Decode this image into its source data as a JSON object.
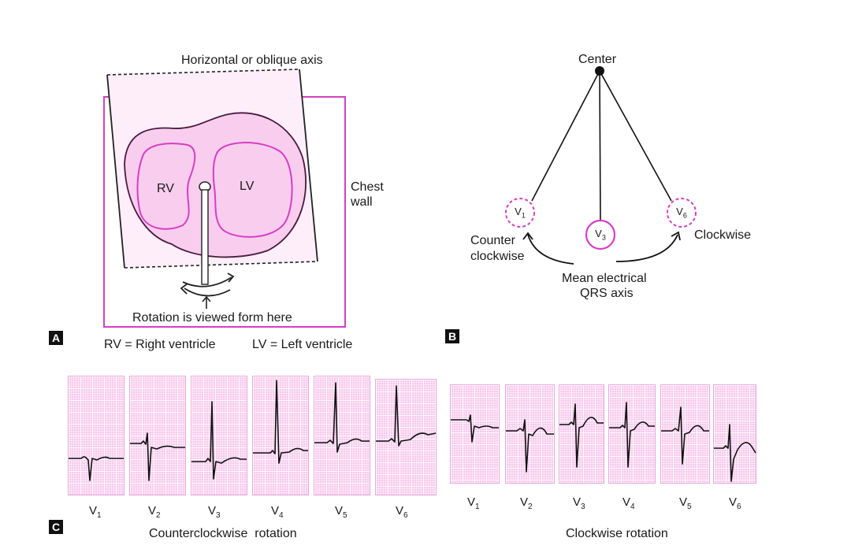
{
  "panel_a": {
    "badge": "A",
    "axis_label": "Horizontal or oblique axis",
    "rv": "RV",
    "lv": "LV",
    "chest_wall": [
      "Chest",
      "wall"
    ],
    "view_note": "Rotation is viewed form here",
    "legend_rv": "RV = Right ventricle",
    "legend_lv": "LV = Left ventricle"
  },
  "panel_b": {
    "badge": "B",
    "center": "Center",
    "v1": {
      "main": "V",
      "sub": "1"
    },
    "v3": {
      "main": "V",
      "sub": "3"
    },
    "v6": {
      "main": "V",
      "sub": "6"
    },
    "counter": [
      "Counter",
      "clockwise"
    ],
    "clockwise": "Clockwise",
    "mean_axis": [
      "Mean electrical",
      "QRS axis"
    ]
  },
  "panel_c": {
    "badge": "C",
    "ccw_title": "Counterclockwise  rotation",
    "cw_title": "Clockwise rotation",
    "ccw_leads": [
      {
        "main": "V",
        "sub": "1"
      },
      {
        "main": "V",
        "sub": "2"
      },
      {
        "main": "V",
        "sub": "3"
      },
      {
        "main": "V",
        "sub": "4"
      },
      {
        "main": "V",
        "sub": "5"
      },
      {
        "main": "V",
        "sub": "6"
      }
    ],
    "cw_leads": [
      {
        "main": "V",
        "sub": "1"
      },
      {
        "main": "V",
        "sub": "2"
      },
      {
        "main": "V",
        "sub": "3"
      },
      {
        "main": "V",
        "sub": "4"
      },
      {
        "main": "V",
        "sub": "5"
      },
      {
        "main": "V",
        "sub": "6"
      }
    ]
  },
  "colors": {
    "accent": "#d63fc3",
    "fill": "#f8cdee",
    "light": "#fdeefa",
    "ink": "#1a1a1a"
  }
}
